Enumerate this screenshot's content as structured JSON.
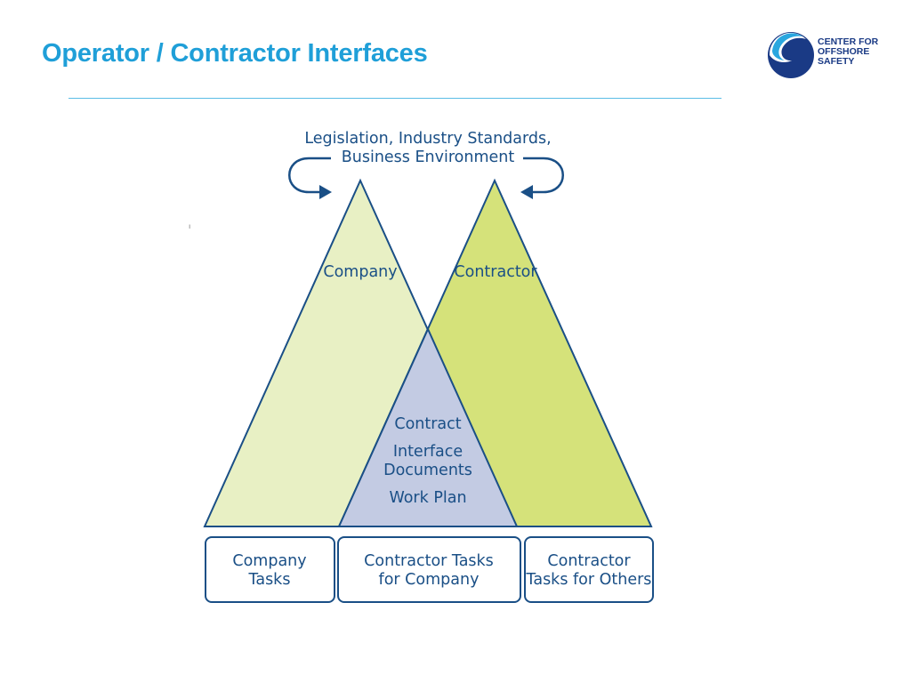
{
  "slide": {
    "title": "Operator / Contractor Interfaces"
  },
  "logo": {
    "lines": [
      "CENTER FOR",
      "OFFSHORE",
      "SAFETY"
    ]
  },
  "stray_mark": "ı",
  "diagram": {
    "external_label": [
      "Legislation, Industry Standards,",
      "Business Environment"
    ],
    "company_triangle_label": "Company",
    "contractor_triangle_label": "Contractor",
    "overlap_labels": [
      "Contract",
      "Interface",
      "Documents",
      "Work Plan"
    ],
    "boxes": [
      {
        "lines": [
          "Company",
          "Tasks"
        ]
      },
      {
        "lines": [
          "Contractor Tasks",
          "for Company"
        ]
      },
      {
        "lines": [
          "Contractor",
          "Tasks for Others"
        ]
      }
    ],
    "colors": {
      "company_fill": "#e8f0c4",
      "contractor_fill": "#d5e27a",
      "overlap_fill": "#c3cbe3",
      "stroke": "#1a4f86"
    }
  }
}
